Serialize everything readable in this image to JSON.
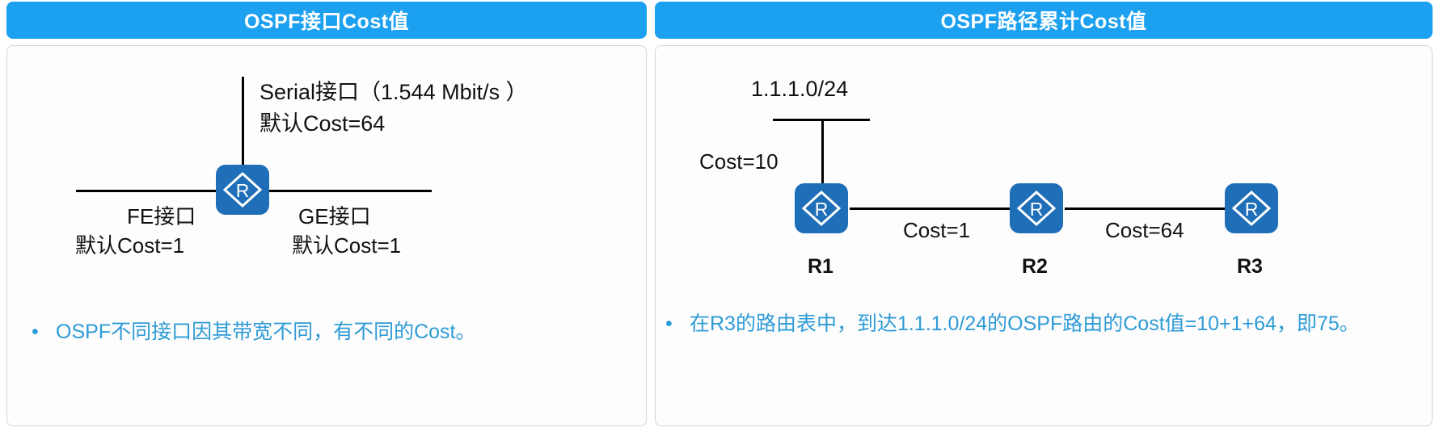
{
  "theme": {
    "header_blue": "#1CA0F0",
    "router_blue": "#1E6EB8",
    "bullet_text_blue": "#2E9BD6",
    "panel_border": "#cfd6dd",
    "diagram_line": "#000000"
  },
  "panels": [
    {
      "id": "ospf-interface-cost",
      "title": "OSPF接口Cost值",
      "diagram": {
        "router_glyph": "R",
        "labels": {
          "serial_line1": "Serial接口（1.544  Mbit/s ）",
          "serial_line2": "默认Cost=64",
          "fe_line1": "FE接口",
          "fe_line2": "默认Cost=1",
          "ge_line1": "GE接口",
          "ge_line2": "默认Cost=1"
        }
      },
      "bullets": [
        {
          "marker": "•",
          "text": "OSPF不同接口因其带宽不同，有不同的Cost。"
        }
      ]
    },
    {
      "id": "ospf-path-cumulative-cost",
      "title": "OSPF路径累计Cost值",
      "diagram": {
        "router_glyph": "R",
        "network": "1.1.1.0/24",
        "link_costs": {
          "stub_to_r1": "Cost=10",
          "r1_to_r2": "Cost=1",
          "r2_to_r3": "Cost=64"
        },
        "routers": [
          "R1",
          "R2",
          "R3"
        ]
      },
      "bullets": [
        {
          "marker": "•",
          "text": "在R3的路由表中，到达1.1.1.0/24的OSPF路由的Cost值=10+1+64，即75。"
        }
      ]
    }
  ]
}
